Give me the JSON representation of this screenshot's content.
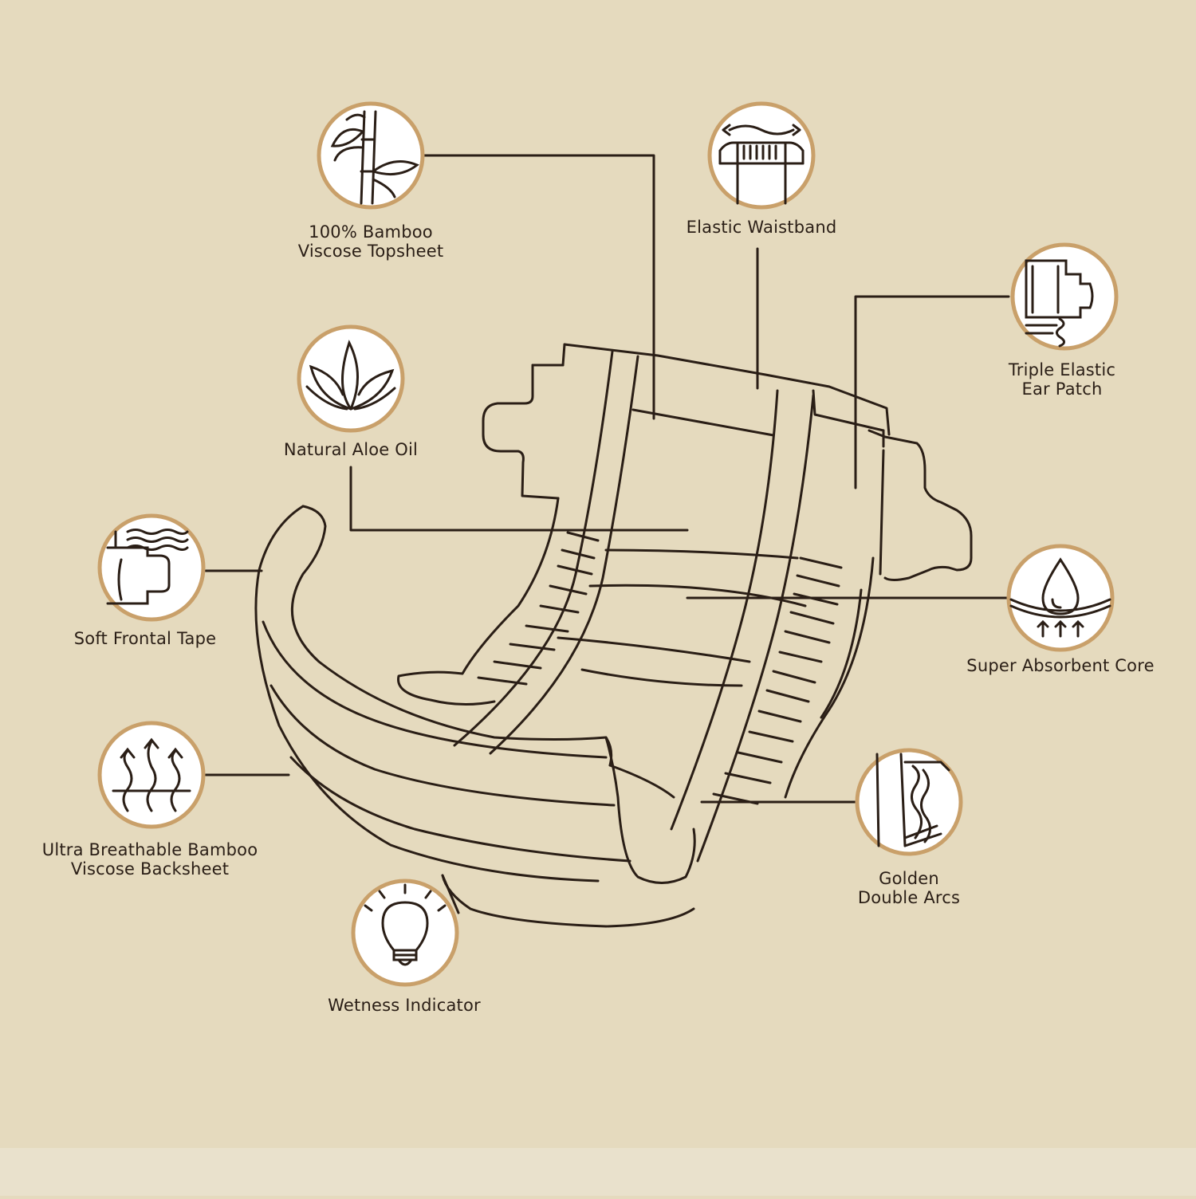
{
  "colors": {
    "background": "#E5DABE",
    "line": "#2A1E16",
    "icon_ring": "#C9A06A",
    "icon_fill": "#FFFFFF"
  },
  "features": {
    "topsheet": {
      "line1": "100% Bamboo",
      "line2": "Viscose Topsheet",
      "icon": "bamboo-icon"
    },
    "waistband": {
      "line1": "Elastic Waistband",
      "icon": "waistband-icon"
    },
    "ear_patch": {
      "line1": "Triple Elastic",
      "line2": "Ear Patch",
      "icon": "ear-patch-icon"
    },
    "aloe": {
      "line1": "Natural Aloe Oil",
      "icon": "aloe-icon"
    },
    "frontal_tape": {
      "line1": "Soft Frontal Tape",
      "icon": "frontal-tape-icon"
    },
    "core": {
      "line1": "Super Absorbent Core",
      "icon": "droplet-icon"
    },
    "backsheet": {
      "line1": "Ultra Breathable Bamboo",
      "line2": "Viscose Backsheet",
      "icon": "breathable-icon"
    },
    "arcs": {
      "line1": "Golden",
      "line2": "Double Arcs",
      "icon": "double-arcs-icon"
    },
    "wetness": {
      "line1": "Wetness Indicator",
      "icon": "lightbulb-icon"
    }
  }
}
